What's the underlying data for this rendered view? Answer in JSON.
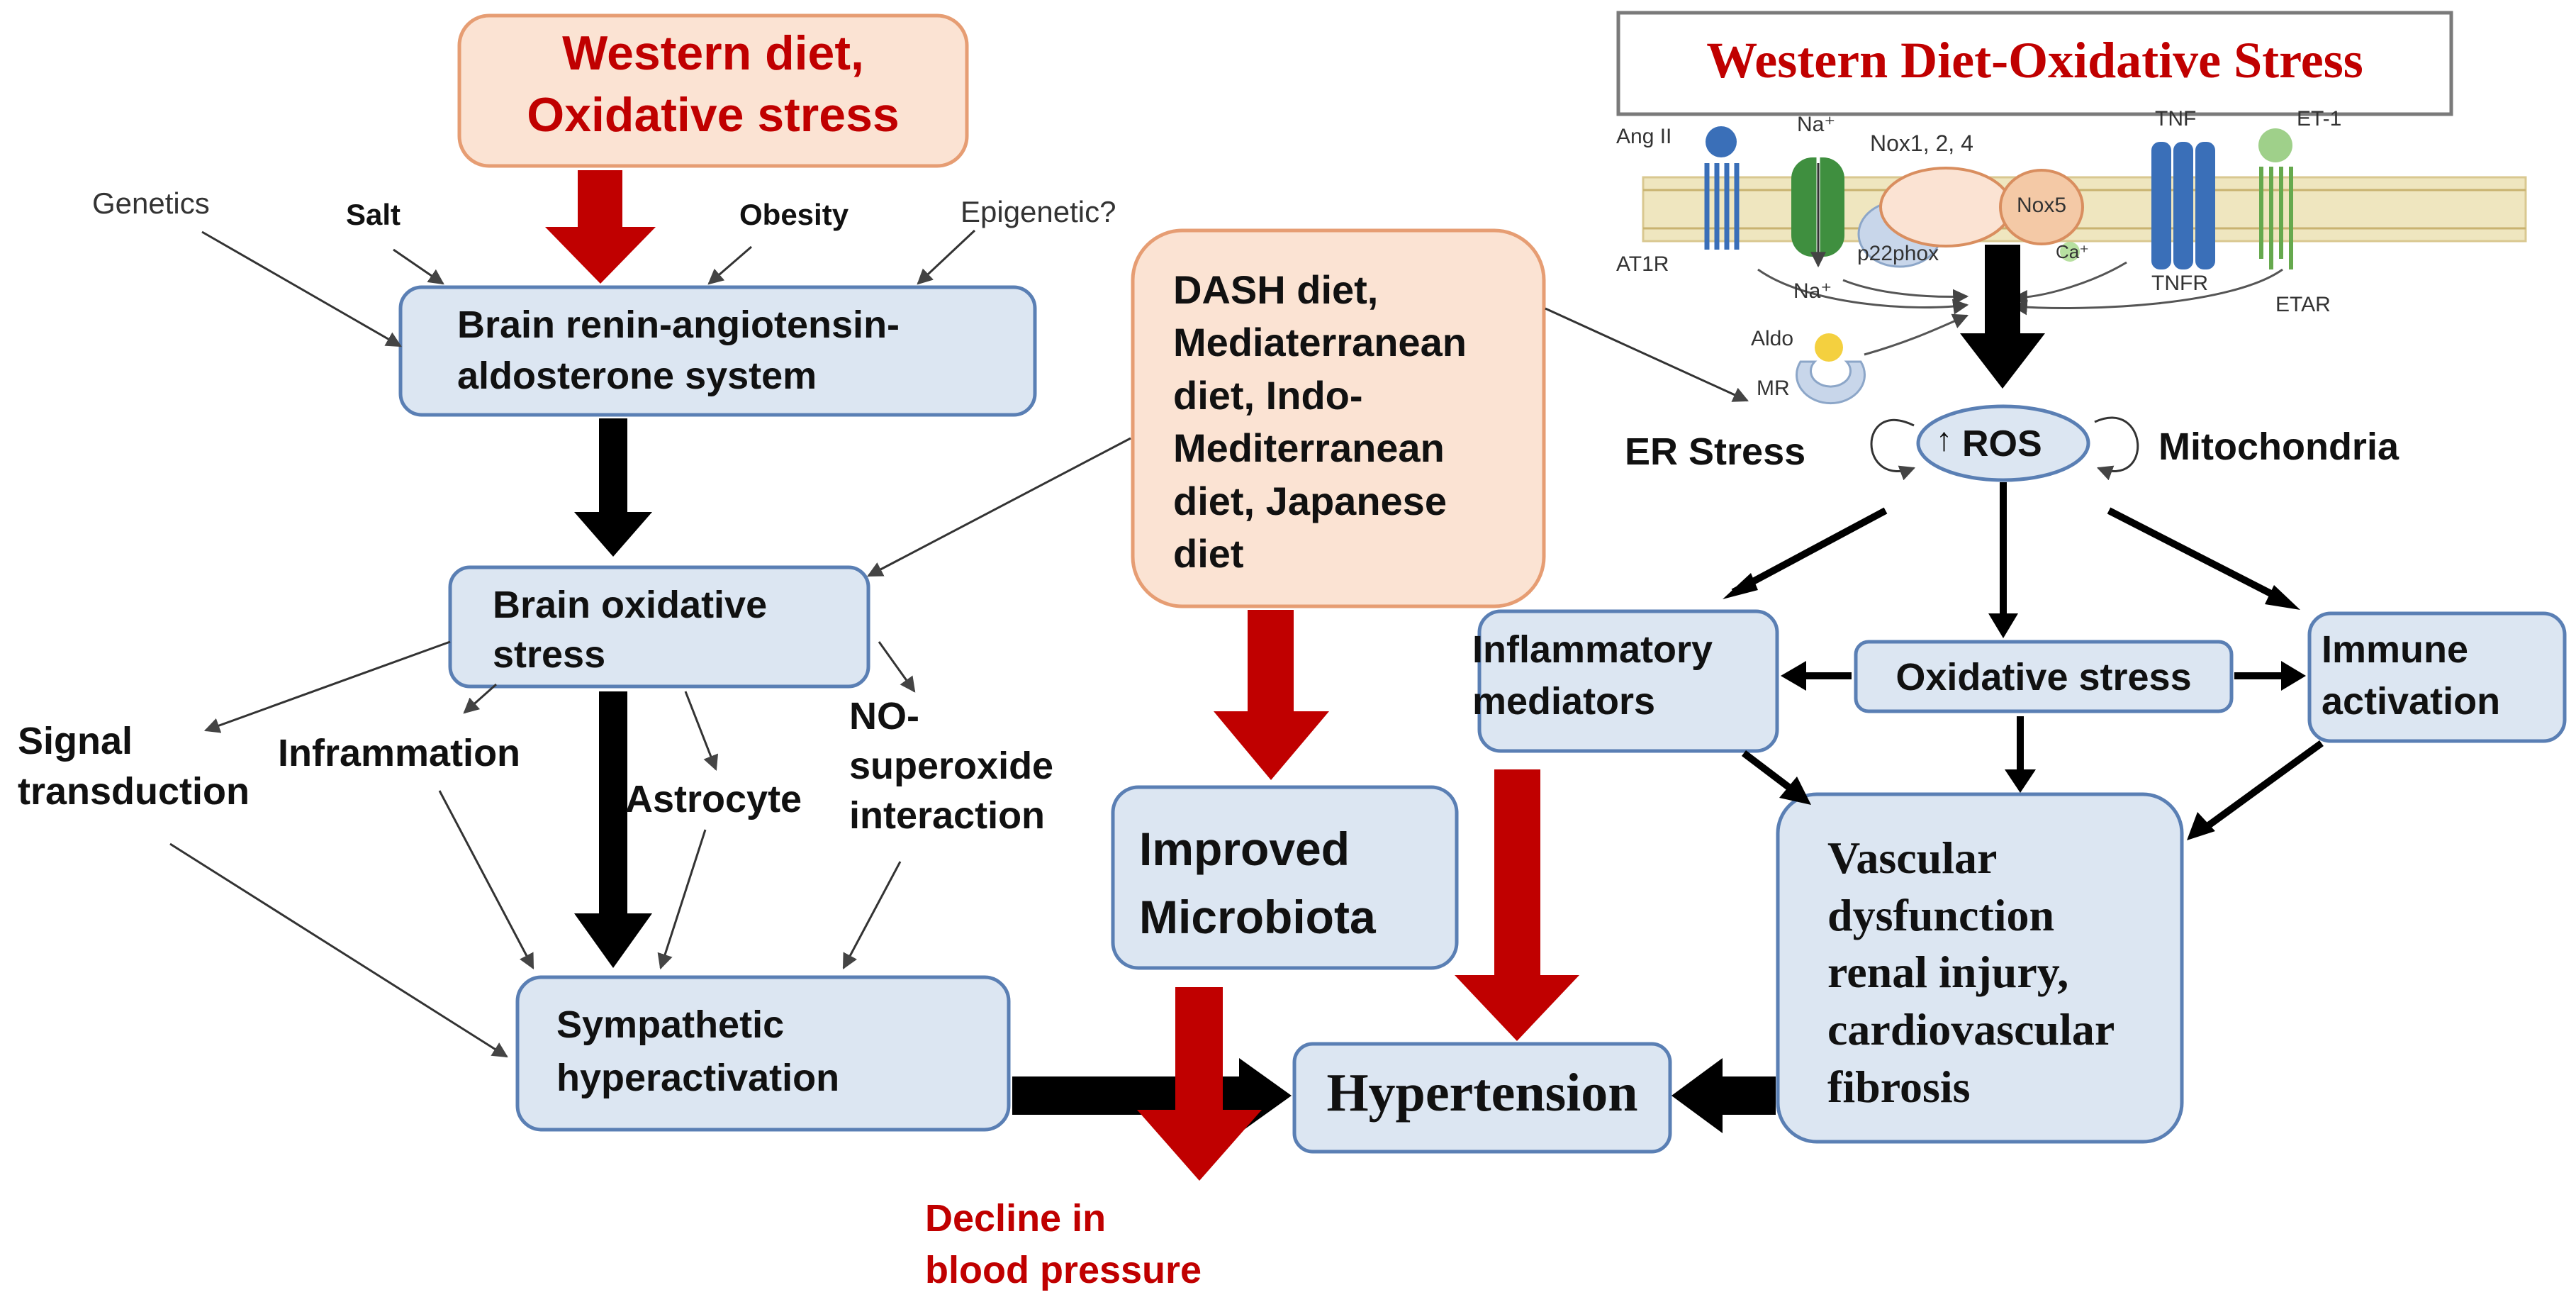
{
  "colors": {
    "blue_fill": "#dce6f2",
    "blue_stroke": "#5a7fb4",
    "peach_fill": "#fbe3d3",
    "peach_stroke": "#e69d73",
    "red_arrow": "#c00000",
    "black_arrow": "#000000",
    "title_red": "#c00000",
    "membrane": "#d9c890",
    "receptor_green": "#3f8f3f",
    "receptor_blue": "#3a6fb8",
    "nox_peach": "#f4c9a6",
    "aldo_yellow": "#f4d03f"
  },
  "left": {
    "western_diet": "Western diet,\nOxidative stress",
    "genetics": "Genetics",
    "salt": "Salt",
    "obesity": "Obesity",
    "epigenetic": "Epigenetic?",
    "brain_raas": "Brain renin-angiotensin-\naldosterone system",
    "brain_os": "Brain oxidative\nstress",
    "signal": "Signal\ntransduction",
    "inflammation": "Inframmation",
    "astrocyte": "Astrocyte",
    "no_superoxide": "NO-\nsuperoxide\ninteraction",
    "sympathetic": "Sympathetic\nhyperactivation"
  },
  "middle": {
    "diets": "DASH diet,\nMediaterranean\ndiet, Indo-\nMediterranean\ndiet, Japanese\ndiet",
    "microbiota": "Improved\nMicrobiota",
    "hypertension": "Hypertension",
    "decline": "Decline in\nblood pressure"
  },
  "right": {
    "title": "Western Diet-Oxidative Stress",
    "ros": "ROS",
    "er_stress": "ER Stress",
    "mitochondria": "Mitochondria",
    "inflammatory": "Inflammatory\nmediators",
    "oxidative": "Oxidative stress",
    "immune": "Immune\nactivation",
    "vascular": "Vascular\ndysfunction\nrenal injury,\ncardiovascular\nfibrosis"
  },
  "membrane_labels": {
    "ang2": "Ang II",
    "na_top": "Na⁺",
    "nox124": "Nox1, 2, 4",
    "tnf": "TNF",
    "et1": "ET-1",
    "nox5": "Nox5",
    "p22phox": "p22phox",
    "ca": "Ca⁺",
    "at1r": "AT1R",
    "na_bottom": "Na⁺",
    "tnfr": "TNFR",
    "etar": "ETAR",
    "aldo": "Aldo",
    "mr": "MR"
  }
}
